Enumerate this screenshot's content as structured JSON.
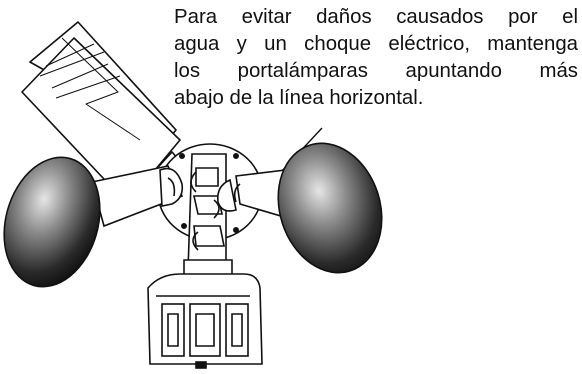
{
  "caption": {
    "lines": [
      "Para evitar daños causados por el",
      "agua y un choque eléctrico, mantenga",
      "los portalámparas apuntando más",
      "abajo de la línea horizontal."
    ]
  },
  "colors": {
    "ink": "#111111",
    "lamp_face_dark": "#1a1a1a",
    "lamp_face_light": "#cfcfcf",
    "paper": "#ffffff"
  },
  "icons": [
    "caulk-gun-nozzle-icon",
    "floodlight-bulb-icon",
    "motion-sensor-icon",
    "mounting-plate-icon"
  ]
}
